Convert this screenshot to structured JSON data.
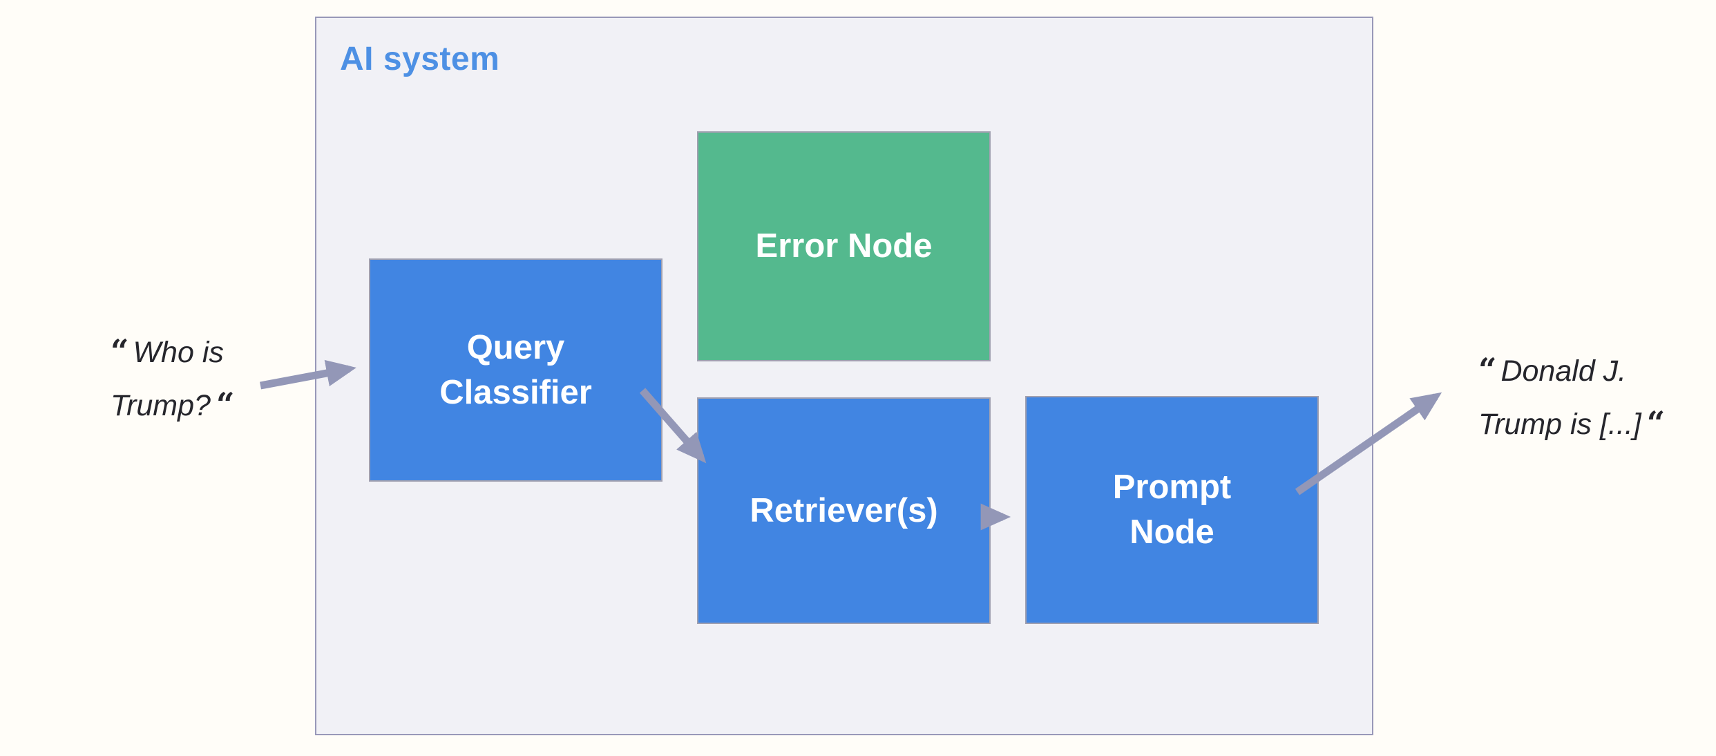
{
  "diagram": {
    "container_label": "AI system",
    "nodes": [
      {
        "id": "error-node",
        "label": "Error Node",
        "color": "#54b98e"
      },
      {
        "id": "query-classifier",
        "label": "Query Classifier",
        "color": "#4185e2"
      },
      {
        "id": "retrievers",
        "label": "Retriever(s)",
        "color": "#4185e2"
      },
      {
        "id": "prompt-node",
        "label": "Prompt Node",
        "color": "#4185e2"
      }
    ],
    "connections": [
      {
        "from": "user-input",
        "to": "query-classifier"
      },
      {
        "from": "query-classifier",
        "to": "retrievers"
      },
      {
        "from": "retrievers",
        "to": "prompt-node"
      },
      {
        "from": "prompt-node",
        "to": "system-output"
      }
    ],
    "input_quote": {
      "open": "“",
      "line1": "Who is",
      "line2": "Trump?",
      "close": "“"
    },
    "output_quote": {
      "open": "“",
      "line1": "Donald J.",
      "line2": "Trump is [...]",
      "close": "“"
    }
  },
  "colors": {
    "page-bg": "#fffdf8",
    "panel-bg": "#f1f1f6",
    "panel-border": "#9898b8",
    "blue": "#4185e2",
    "green": "#54b98e",
    "node-border": "#a0a0b0",
    "arrow": "#9397b7",
    "label-blue": "#4d90e4",
    "text-dark": "#26262c"
  }
}
